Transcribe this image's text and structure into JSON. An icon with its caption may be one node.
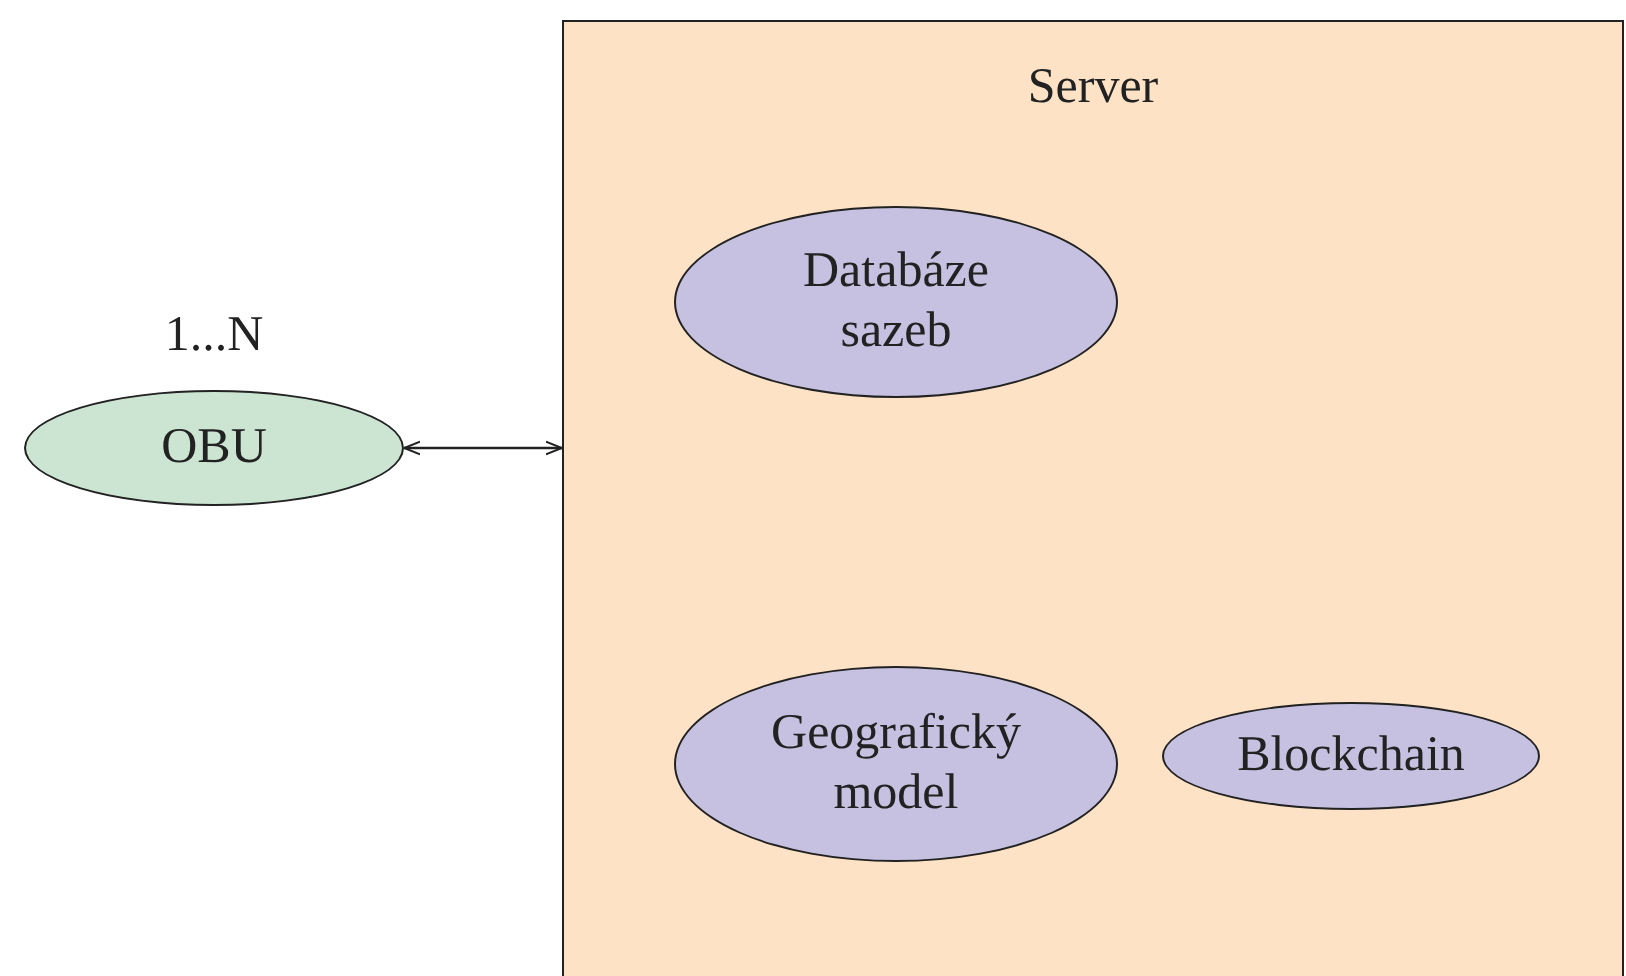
{
  "diagram": {
    "nodes": [
      {
        "text": [
          "Server"
        ]
      },
      {
        "text": [
          "OBU"
        ],
        "beside": [
          "1...N"
        ]
      },
      {
        "text": [
          "Databáze sazeb"
        ],
        "in": 0
      },
      {
        "text": [
          "Geografický model"
        ],
        "in": 0
      },
      {
        "text": [
          "Blockchain"
        ],
        "in": 0
      }
    ],
    "edges": [
      {
        "from": 1,
        "to": 0,
        "arrow": "both"
      }
    ]
  }
}
